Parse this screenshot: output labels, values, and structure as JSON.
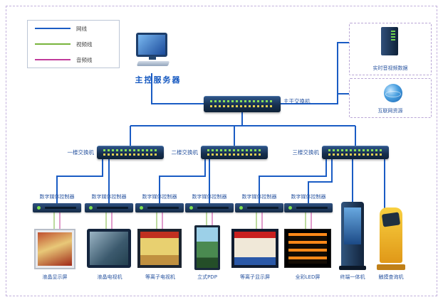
{
  "colors": {
    "network_cable": "#1a5cc4",
    "video_cable": "#78b43c",
    "audio_cable": "#c03a9a",
    "switch_body": "#16304f",
    "label_blue": "#2a55a0",
    "title_blue": "#1558c0"
  },
  "legend": {
    "items": [
      {
        "label": "网线",
        "type": "network"
      },
      {
        "label": "视频线",
        "type": "video"
      },
      {
        "label": "音频线",
        "type": "audio"
      }
    ]
  },
  "nodes": {
    "main_server": {
      "label": "主控服务器"
    },
    "trunk_switch": {
      "label": "主干交换机"
    },
    "floor_switches": [
      {
        "label": "一楼交换机"
      },
      {
        "label": "二楼交换机"
      },
      {
        "label": "三楼交换机"
      }
    ],
    "controllers": [
      {
        "label": "数字媒体控制器"
      },
      {
        "label": "数字媒体控制器"
      },
      {
        "label": "数字媒体控制器"
      },
      {
        "label": "数字媒体控制器"
      },
      {
        "label": "数字媒体控制器"
      },
      {
        "label": "数字媒体控制器"
      }
    ],
    "sources": {
      "av_data": {
        "label": "实时音视频数据"
      },
      "internet": {
        "label": "互联网资源"
      }
    },
    "displays": [
      {
        "label": "液晶显示屏"
      },
      {
        "label": "液晶电视机"
      },
      {
        "label": "等离子电视机"
      },
      {
        "label": "立式PDP"
      },
      {
        "label": "等离子显示屏"
      },
      {
        "label": "全彩LED屏"
      },
      {
        "label": "终端一体机"
      },
      {
        "label": "触摸查询机"
      }
    ]
  }
}
